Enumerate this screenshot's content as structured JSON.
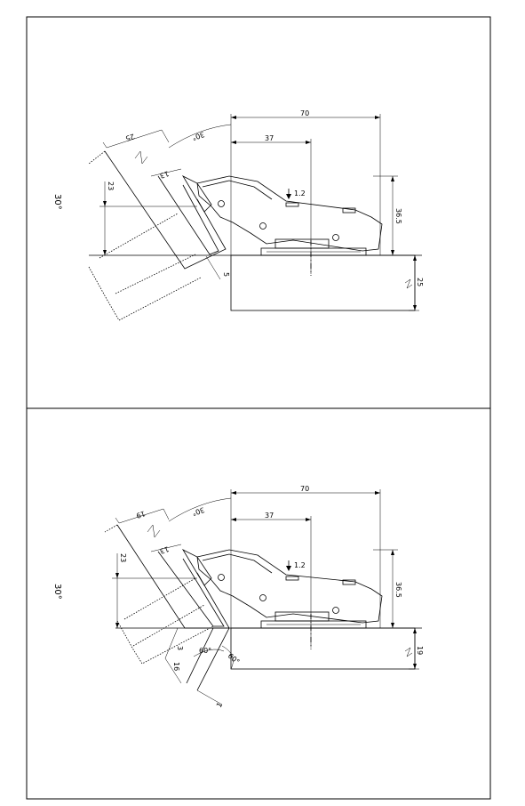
{
  "top": {
    "angle_label": "30°",
    "dim_70": "70",
    "dim_37": "37",
    "dim_25_top": "25",
    "dim_13": "13",
    "dim_23": "23",
    "dim_12": "1.2",
    "dim_365": "36.5",
    "dim_25_side": "25",
    "dim_5": "5",
    "arc_30": "30°"
  },
  "bottom": {
    "angle_label": "30°",
    "dim_70": "70",
    "dim_37": "37",
    "dim_19_top": "19",
    "dim_13": "13",
    "dim_23": "23",
    "dim_12": "1.2",
    "dim_365": "36.5",
    "dim_19_side": "19",
    "dim_3": "3",
    "dim_16": "16",
    "dim_1": "1",
    "arc_30": "30°",
    "angle_60a": "60°",
    "angle_60b": "60°"
  }
}
